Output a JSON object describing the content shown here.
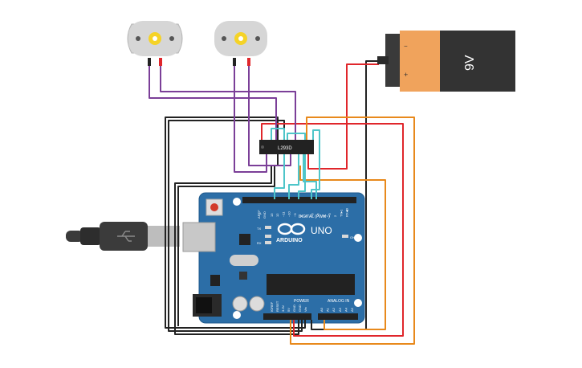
{
  "battery": {
    "label": "9V",
    "minus": "−",
    "plus": "+"
  },
  "driver_chip": {
    "label": "L293D"
  },
  "arduino": {
    "brand": "ARDUINO",
    "model": "UNO",
    "digital_header": "DIGITAL (PWM~)",
    "power_header": "POWER",
    "analog_header": "ANALOG IN",
    "aref": "AREF",
    "gnd": "GND",
    "on_led": "ON",
    "tx_led": "TX",
    "rx_led": "RX",
    "l_led": "L",
    "digital_pins": [
      "13",
      "12",
      "~11",
      "~10",
      "~9",
      "8",
      "7",
      "~6",
      "~5",
      "4",
      "~3",
      "2",
      "TX▸1",
      "RX◀0"
    ],
    "power_pins": [
      "IOREF",
      "RESET",
      "3.3V",
      "5V",
      "GND",
      "GND",
      "Vin"
    ],
    "analog_pins": [
      "A0",
      "A1",
      "A2",
      "A3",
      "A4",
      "A5"
    ]
  },
  "colors": {
    "wire_red": "#e0262b",
    "wire_black": "#222222",
    "wire_purple": "#7b3f98",
    "wire_orange": "#e8891c",
    "wire_cyan": "#4ec5c9",
    "board_blue": "#2c6ea7",
    "battery_orange": "#f0a35c",
    "motor_gray": "#d3d3d3",
    "gear_yellow": "#f5d327"
  }
}
